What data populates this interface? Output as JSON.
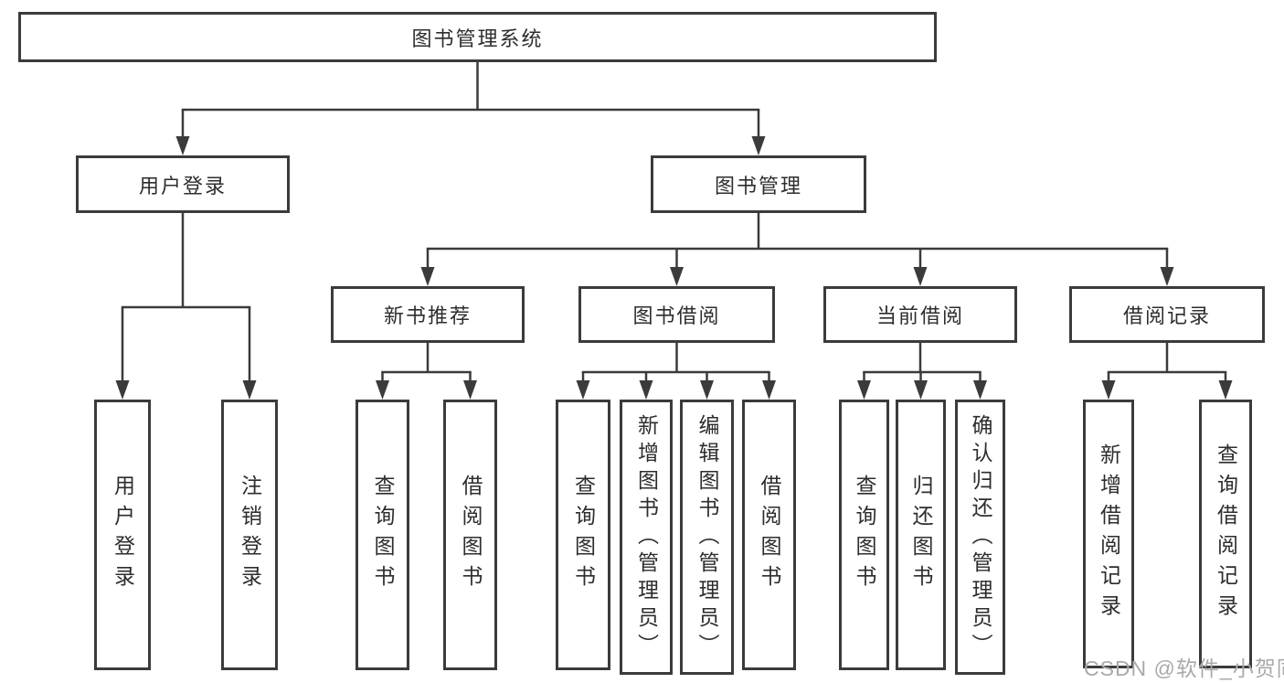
{
  "root": {
    "label": "图书管理系统"
  },
  "level2": {
    "user_login": {
      "label": "用户登录"
    },
    "book_management": {
      "label": "图书管理"
    }
  },
  "level3": {
    "new_book_recommend": {
      "label": "新书推荐"
    },
    "book_borrow": {
      "label": "图书借阅"
    },
    "current_borrow": {
      "label": "当前借阅"
    },
    "borrow_records": {
      "label": "借阅记录"
    }
  },
  "leaves": {
    "user_login": [
      "用户登录",
      "注销登录"
    ],
    "new_book_recommend": [
      "查询图书",
      "借阅图书"
    ],
    "book_borrow": [
      "查询图书",
      "新增图书（管理员）",
      "编辑图书（管理员）",
      "借阅图书"
    ],
    "current_borrow": [
      "查询图书",
      "归还图书",
      "确认归还（管理员）"
    ],
    "borrow_records": [
      "新增借阅记录",
      "查询借阅记录"
    ]
  },
  "watermark": "CSDN @软件_小贺同学",
  "colors": {
    "line": "#3b3b3b",
    "border": "#3b3b3b",
    "text": "#2d2d2d",
    "watermark": "#a9a9a9",
    "background": "#ffffff"
  }
}
